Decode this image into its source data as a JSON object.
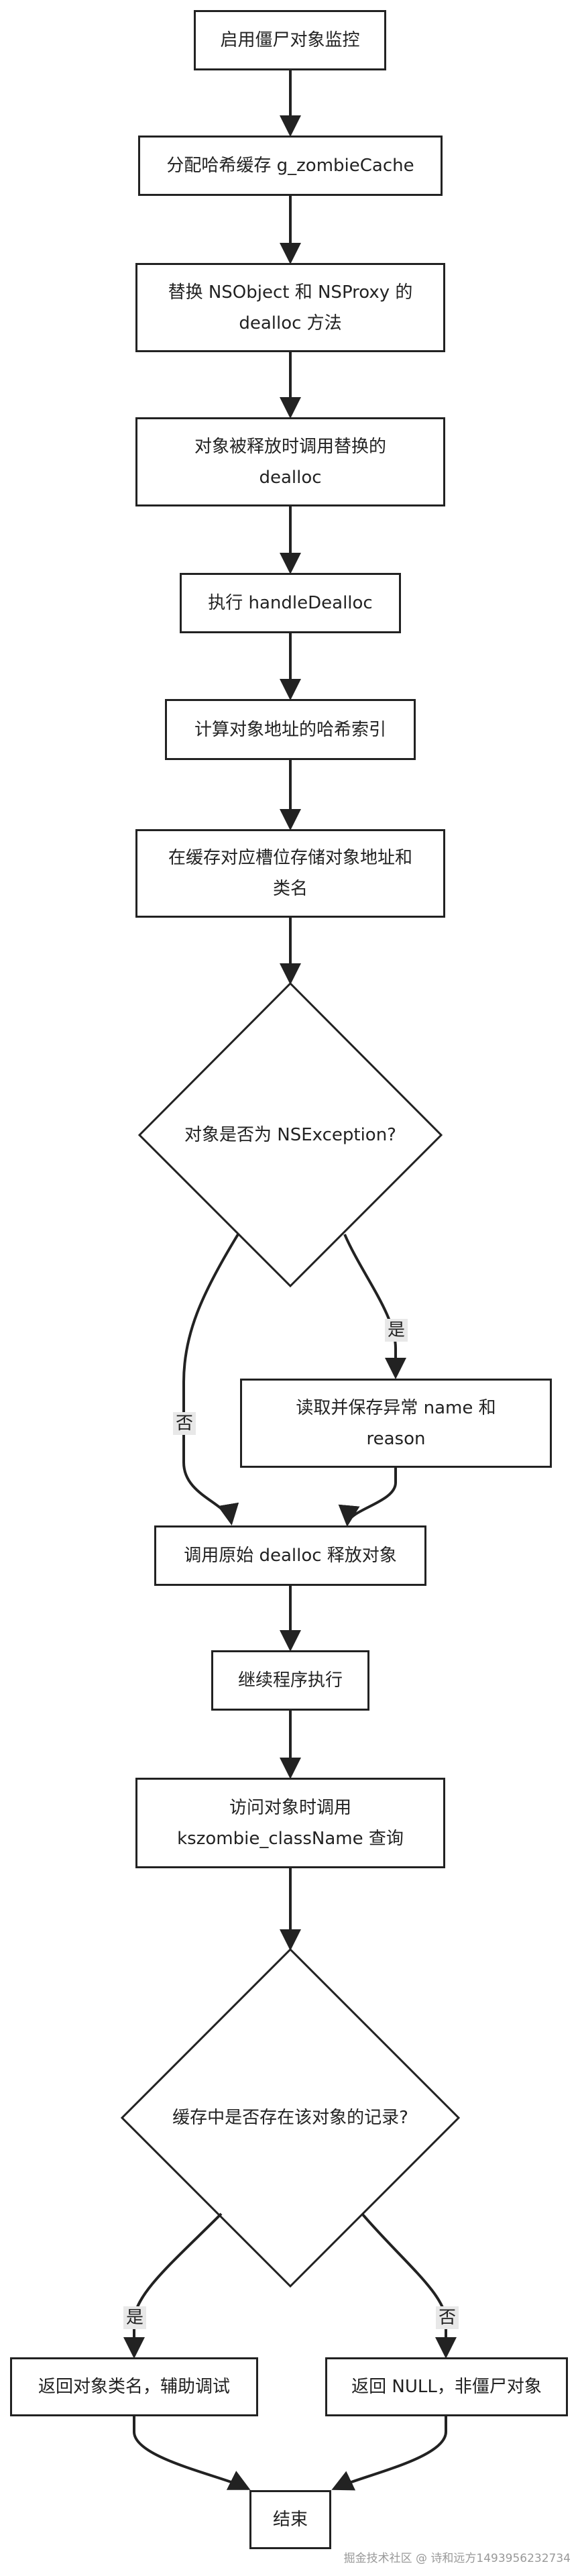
{
  "nodes": {
    "n1": "启用僵尸对象监控",
    "n2": "分配哈希缓存 g_zombieCache",
    "n3a": "替换 NSObject 和 NSProxy 的",
    "n3b": "dealloc 方法",
    "n4a": "对象被释放时调用替换的",
    "n4b": "dealloc",
    "n5": "执行 handleDealloc",
    "n6": "计算对象地址的哈希索引",
    "n7a": "在缓存对应槽位存储对象地址和",
    "n7b": "类名",
    "d1": "对象是否为 NSException?",
    "n8a": "读取并保存异常 name 和",
    "n8b": "reason",
    "n9": "调用原始 dealloc 释放对象",
    "n10": "继续程序执行",
    "n11a": "访问对象时调用",
    "n11b": "kszombie_className 查询",
    "d2": "缓存中是否存在该对象的记录?",
    "n12": "返回对象类名，辅助调试",
    "n13": "返回 NULL，非僵尸对象",
    "n14": "结束"
  },
  "edge_labels": {
    "d1_yes": "是",
    "d1_no": "否",
    "d2_yes": "是",
    "d2_no": "否"
  },
  "footer": "掘金技术社区 @ 诗和远方1493956232734",
  "colors": {
    "stroke": "#222222",
    "node_fill": "#ffffff",
    "edge_label_bg": "#e8e8e8",
    "footer_text": "#999999"
  }
}
